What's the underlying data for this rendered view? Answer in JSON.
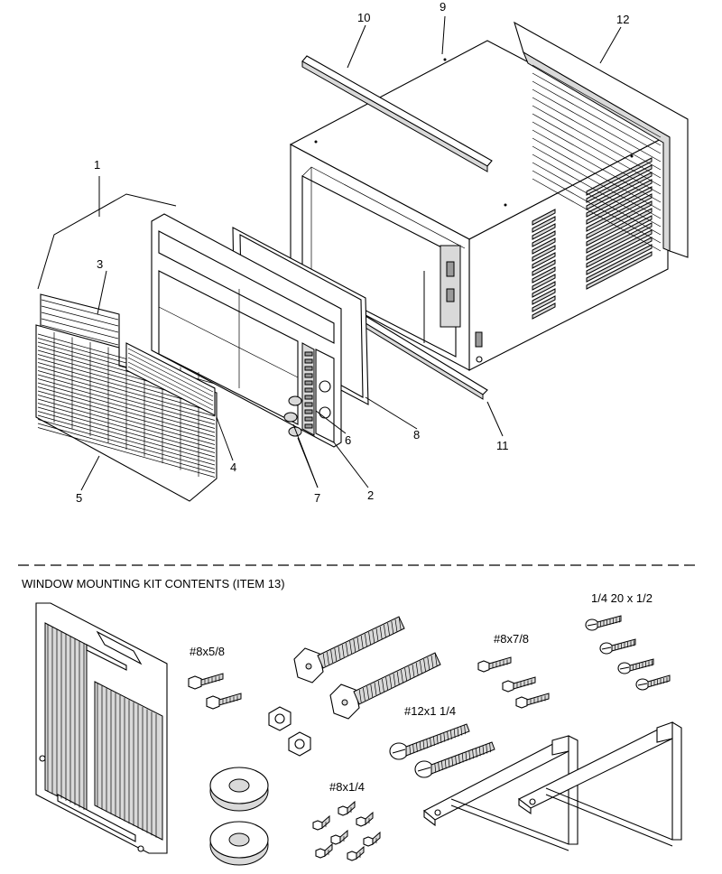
{
  "callouts": {
    "c1": "1",
    "c2": "2",
    "c3": "3",
    "c4": "4",
    "c5": "5",
    "c6": "6",
    "c7": "7",
    "c8": "8",
    "c9": "9",
    "c10": "10",
    "c11": "11",
    "c12": "12"
  },
  "kit": {
    "title": "WINDOW MOUNTING KIT CONTENTS (ITEM 13)",
    "screw_8x5_8": "#8x5/8",
    "screw_8x7_8": "#8x7/8",
    "bolt_1_4_20": "1/4 20 x 1/2",
    "screw_12x1_1_4": "#12x1 1/4",
    "screw_8x1_4": "#8x1/4"
  }
}
